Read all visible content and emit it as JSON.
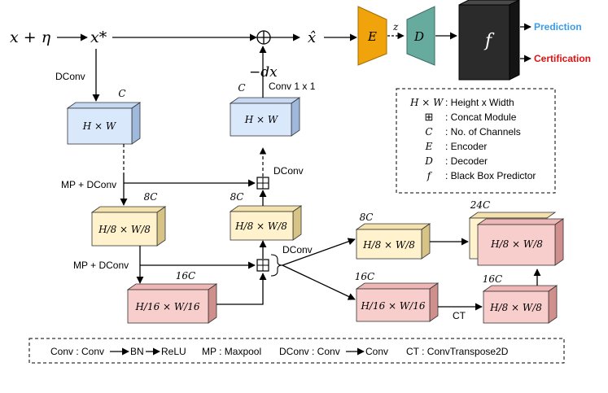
{
  "input": {
    "x_eta": "x + η",
    "x_star": "x*",
    "x_hat": "x̂",
    "neg_dx": "−dx"
  },
  "edge_labels": {
    "dconv_left": "DConv",
    "mp_dconv_1": "MP + DConv",
    "mp_dconv_2": "MP + DConv",
    "dconv_concat_top": "DConv",
    "dconv_concat_mid": "DConv",
    "conv1x1": "Conv 1 x 1",
    "ct": "CT",
    "z": "z"
  },
  "blocks": {
    "enc_top": {
      "channels": "C",
      "size": "H × W"
    },
    "enc_mid": {
      "channels": "8C",
      "size": "H/8 × W/8"
    },
    "enc_bot": {
      "channels": "16C",
      "size": "H/16 × W/16"
    },
    "dec_top": {
      "channels": "C",
      "size": "H × W"
    },
    "dec_mid": {
      "channels": "8C",
      "size": "H/8 × W/8"
    },
    "br_top": {
      "channels": "8C",
      "size": "H/8 × W/8"
    },
    "br_bot": {
      "channels": "16C",
      "size": "H/16 × W/16"
    },
    "br_up": {
      "channels": "16C",
      "size": "H/8 × W/8"
    },
    "br_cat": {
      "channels": "24C",
      "size": "H/8 × W/8"
    }
  },
  "models": {
    "encoder": "E",
    "decoder": "D",
    "predictor": "f"
  },
  "outputs": {
    "prediction": "Prediction",
    "certification": "Certification"
  },
  "legend": [
    {
      "symbol": "H × W",
      "desc": ": Height x Width"
    },
    {
      "symbol": "⊞",
      "desc": ": Concat Module"
    },
    {
      "symbol": "C",
      "desc": ": No. of Channels"
    },
    {
      "symbol": "E",
      "desc": ": Encoder"
    },
    {
      "symbol": "D",
      "desc": ": Decoder"
    },
    {
      "symbol": "f",
      "desc": ": Black Box Predictor"
    }
  ],
  "footer": {
    "conv_prefix": "Conv : Conv",
    "conv_bn": "BN",
    "conv_relu": "ReLU",
    "mp": "MP : Maxpool",
    "dconv_prefix": "DConv : Conv",
    "dconv_conv": "Conv",
    "ct": "CT : ConvTranspose2D"
  },
  "colors": {
    "blue_front": "#dae8fc",
    "blue_top": "#c7d9f2",
    "blue_side": "#9fb9dc",
    "yellow_front": "#fff2cc",
    "yellow_top": "#f3e2ae",
    "yellow_side": "#d8c386",
    "red_front": "#f8cecc",
    "red_top": "#eeb7b5",
    "red_side": "#cf8f8d",
    "encoder": "#f0a30a",
    "decoder": "#67ab9f",
    "predictor": "#2b2b2b",
    "prediction": "#3b9ce8",
    "certification": "#e01010"
  }
}
